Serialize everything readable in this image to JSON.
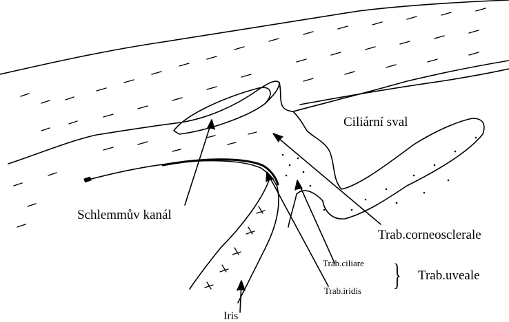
{
  "labels": {
    "ciliary_muscle": "Ciliární sval",
    "schlemm_canal": "Schlemmův kanál",
    "corneoscleral": "Trab.corneosclerale",
    "ciliare": "Trab.ciliare",
    "iridis": "Trab.iridis",
    "uveale": "Trab.uveale",
    "iris": "Iris"
  },
  "colors": {
    "ink": "#000000",
    "paper": "#ffffff"
  }
}
